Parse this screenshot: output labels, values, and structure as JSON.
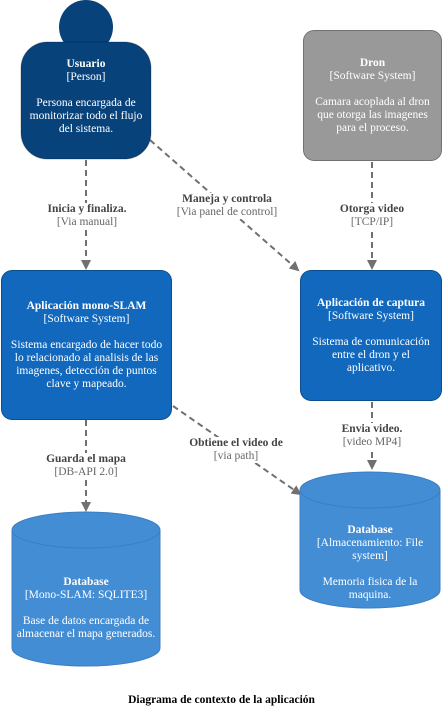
{
  "nodes": {
    "usuario": {
      "title": "Usuario",
      "kind": "[Person]",
      "desc": "Persona encargada de monitorizar todo el flujo del sistema.",
      "color": "#08427b"
    },
    "dron": {
      "title": "Dron",
      "kind": "[Software System]",
      "desc": "Camara acoplada al dron que otorga las imagenes para el proceso.",
      "color": "#999999"
    },
    "mono_slam": {
      "title": "Aplicación mono-SLAM",
      "kind": "[Software System]",
      "desc": "Sistema encargado de hacer todo lo relacionado al analisis de las imagenes, detección de puntos clave y mapeado.",
      "color": "#1168bd"
    },
    "captura": {
      "title": "Aplicación de captura",
      "kind": "[Software System]",
      "desc": "Sistema de comunicación entre el dron y el aplicativo.",
      "color": "#1168bd"
    },
    "db_slam": {
      "title": "Database",
      "kind": "[Mono-SLAM: SQLITE3]",
      "desc": "Base de datos encargada de almacenar el mapa generados.",
      "color": "#438dd5"
    },
    "db_file": {
      "title": "Database",
      "kind": "[Almacenamiento: File system]",
      "desc": "Memoria fisica de la maquina.",
      "color": "#438dd5"
    }
  },
  "edges": {
    "inicia": {
      "title": "Inicia y finaliza.",
      "detail": "[Via manual]"
    },
    "maneja": {
      "title": "Maneja y controla",
      "detail": "[Via panel de control]"
    },
    "otorga": {
      "title": "Otorga video",
      "detail": "[TCP/IP]"
    },
    "guarda": {
      "title": "Guarda el mapa",
      "detail": "[DB-API 2.0]"
    },
    "obtiene": {
      "title": "Obtiene el video de",
      "detail": "[via path]"
    },
    "envia": {
      "title": "Envia video.",
      "detail": "[video MP4]"
    }
  },
  "caption": "Diagrama de contexto de la aplicación"
}
